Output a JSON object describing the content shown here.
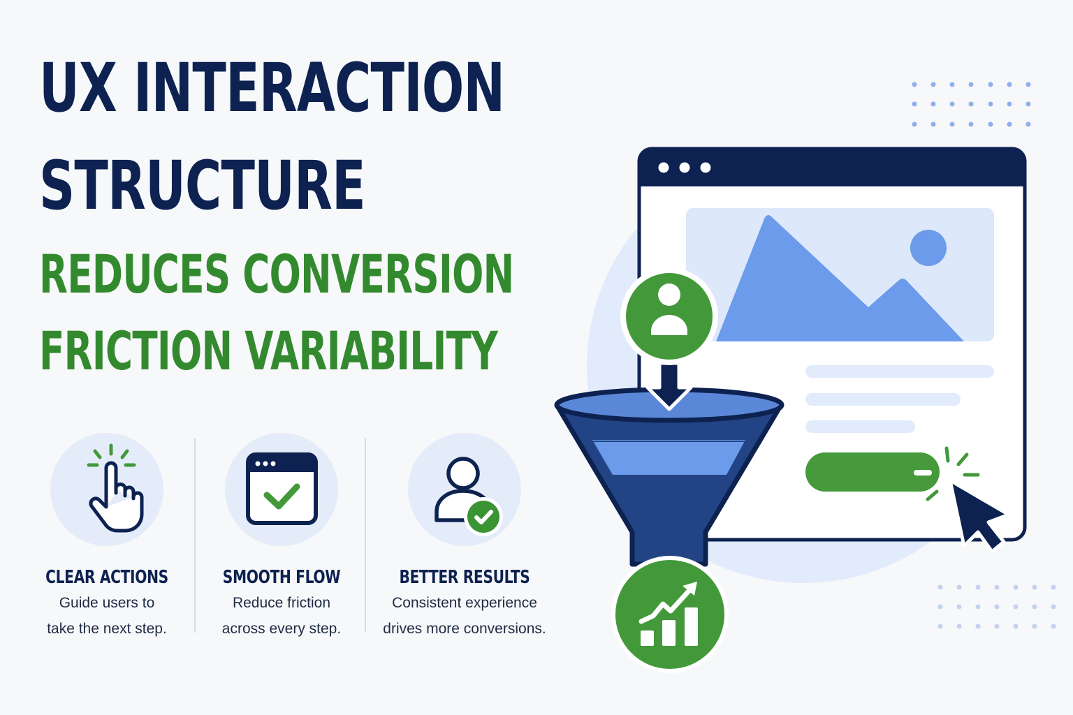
{
  "headline": {
    "line1": "UX INTERACTION",
    "line2": "STRUCTURE",
    "line3": "REDUCES CONVERSION",
    "line4": "FRICTION VARIABILITY"
  },
  "features": [
    {
      "icon": "pointing-hand-click-icon",
      "title": "CLEAR ACTIONS",
      "desc_line1": "Guide users to",
      "desc_line2": "take the next step."
    },
    {
      "icon": "browser-check-icon",
      "title": "SMOOTH FLOW",
      "desc_line1": "Reduce friction",
      "desc_line2": "across every step."
    },
    {
      "icon": "user-check-icon",
      "title": "BETTER RESULTS",
      "desc_line1": "Consistent experience",
      "desc_line2": "drives more conversions."
    }
  ],
  "illustration": {
    "browser_window": {
      "dots": 3,
      "has_image_placeholder": true,
      "text_lines": 3,
      "cta_button": "green"
    },
    "funnel": {
      "input_icon": "user-icon",
      "output_icon": "growth-chart-icon",
      "bands": 3
    },
    "cursor": "mouse-pointer-icon"
  },
  "colors": {
    "navy": "#0d2250",
    "green": "#338a2e",
    "green_icon": "#43993a",
    "blue": "#6b9bea",
    "funnel_dark": "#234484",
    "light_blue": "#e4ecfa",
    "background": "#f7f8fa"
  }
}
